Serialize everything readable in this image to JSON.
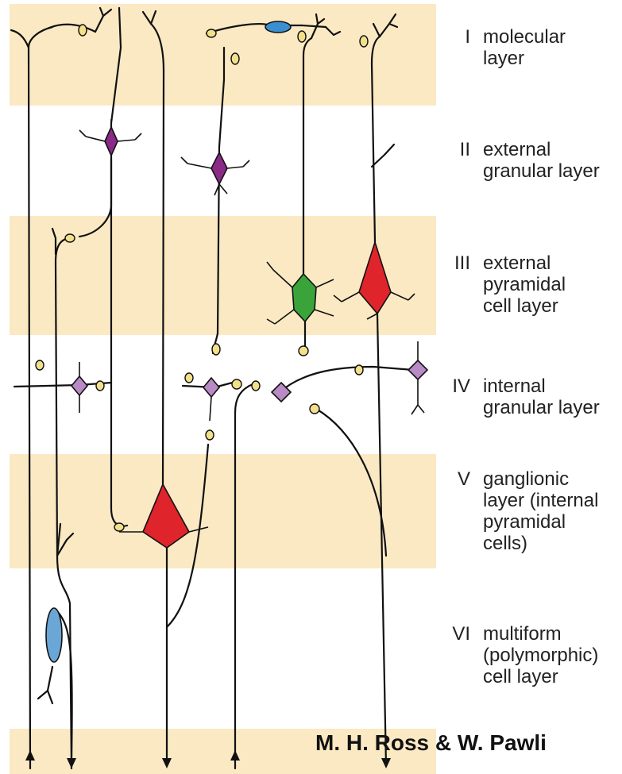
{
  "layers": [
    {
      "numeral": "I",
      "name": "molecular\nlayer",
      "band": "#fbe9c3"
    },
    {
      "numeral": "II",
      "name": "external\ngranular layer",
      "band": "#ffffff"
    },
    {
      "numeral": "III",
      "name": "external\npyramidal\ncell layer",
      "band": "#fbe9c3"
    },
    {
      "numeral": "IV",
      "name": "internal\ngranular layer",
      "band": "#ffffff"
    },
    {
      "numeral": "V",
      "name": "ganglionic\nlayer (internal\npyramidal\ncells)",
      "band": "#fbe9c3"
    },
    {
      "numeral": "VI",
      "name": "multiform\n(polymorphic)\ncell layer",
      "band": "#ffffff"
    }
  ],
  "credit": "M. H. Ross & W. Pawli",
  "colors": {
    "band": "#fbe9c3",
    "pyramidal_cell": "#e0242c",
    "green_cell": "#3aa43a",
    "stellate_cell": "#8a2a86",
    "granule_cell": "#b98ac6",
    "fusiform_cell": "#6aa6d6",
    "horizontal_cell": "#3b8fd0",
    "bouton": "#f3e08a",
    "fiber": "#111111"
  },
  "icons": [
    "pyramidal-neuron",
    "stellate-neuron",
    "granule-neuron",
    "fusiform-neuron",
    "horizontal-neuron",
    "axon-arrow-up",
    "axon-arrow-down"
  ]
}
